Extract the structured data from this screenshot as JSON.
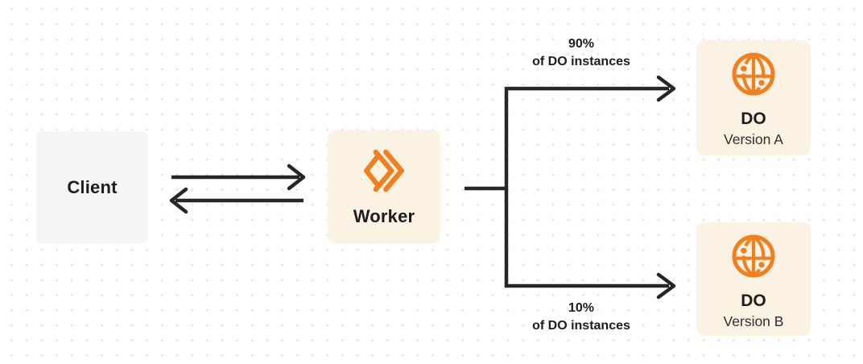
{
  "colors": {
    "background": "#ffffff",
    "dot_grid": "#e4e4e8",
    "client_box": "#f5f5f6",
    "cream_box": "#fcf2e3",
    "orange": "#f0801f",
    "arrow": "#262626",
    "text": "#1d1d1f"
  },
  "nodes": {
    "client": {
      "label": "Client"
    },
    "worker": {
      "label": "Worker",
      "icon": "workers-icon"
    },
    "do_version_a": {
      "title": "DO",
      "subtitle": "Version A",
      "icon": "globe-icon"
    },
    "do_version_b": {
      "title": "DO",
      "subtitle": "Version B",
      "icon": "globe-icon"
    }
  },
  "edges": {
    "client_worker": {
      "type": "request-response-arrows"
    },
    "split_top": {
      "percent": "90%",
      "caption": "of DO instances"
    },
    "split_bottom": {
      "percent": "10%",
      "caption": "of DO instances"
    }
  }
}
